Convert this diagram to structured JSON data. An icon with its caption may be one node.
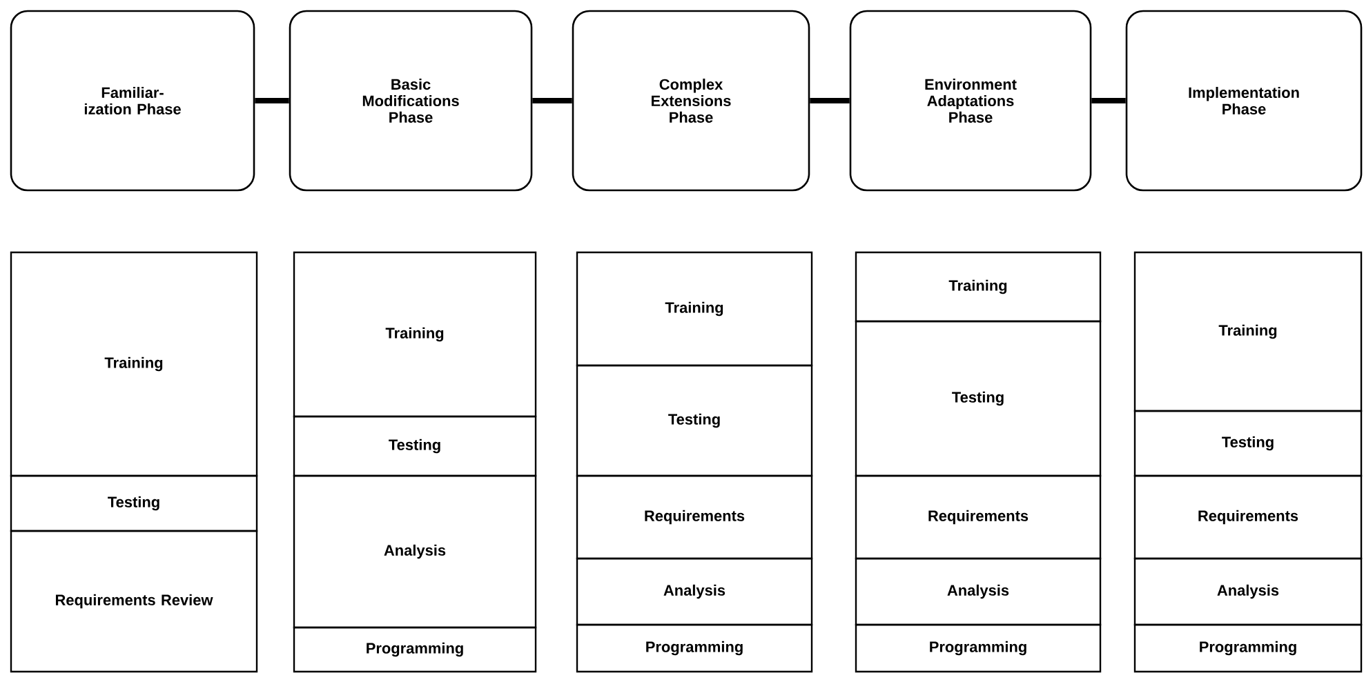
{
  "diagram": {
    "nodes": [
      {
        "text": [
          "Familiar- ization Phase"
        ]
      },
      {
        "text": [
          "Basic Modifications Phase"
        ]
      },
      {
        "text": [
          "Complex Extensions Phase"
        ]
      },
      {
        "text": [
          "Environment Adaptations Phase"
        ]
      },
      {
        "text": [
          "Implementation Phase"
        ]
      },
      {
        "text": [
          "Training"
        ]
      },
      {
        "text": [
          "Testing"
        ]
      },
      {
        "text": [
          "Requirements Review"
        ]
      },
      {
        "text": [
          "Training"
        ]
      },
      {
        "text": [
          "Testing"
        ]
      },
      {
        "text": [
          "Analysis"
        ]
      },
      {
        "text": [
          "Programming"
        ]
      },
      {
        "text": [
          "Training"
        ]
      },
      {
        "text": [
          "Testing"
        ]
      },
      {
        "text": [
          "Requirements"
        ]
      },
      {
        "text": [
          "Analysis"
        ]
      },
      {
        "text": [
          "Programming"
        ]
      },
      {
        "text": [
          "Training"
        ]
      },
      {
        "text": [
          "Testing"
        ]
      },
      {
        "text": [
          "Requirements"
        ]
      },
      {
        "text": [
          "Analysis"
        ]
      },
      {
        "text": [
          "Programming"
        ]
      },
      {
        "text": [
          "Training"
        ]
      },
      {
        "text": [
          "Testing"
        ]
      },
      {
        "text": [
          "Requirements"
        ]
      },
      {
        "text": [
          "Analysis"
        ]
      },
      {
        "text": [
          "Programming"
        ]
      }
    ],
    "edges": [
      {
        "from": 0,
        "to": 1,
        "arrow": "none"
      },
      {
        "from": 1,
        "to": 2,
        "arrow": "none"
      },
      {
        "from": 2,
        "to": 3,
        "arrow": "none"
      },
      {
        "from": 3,
        "to": 4,
        "arrow": "none"
      }
    ]
  }
}
